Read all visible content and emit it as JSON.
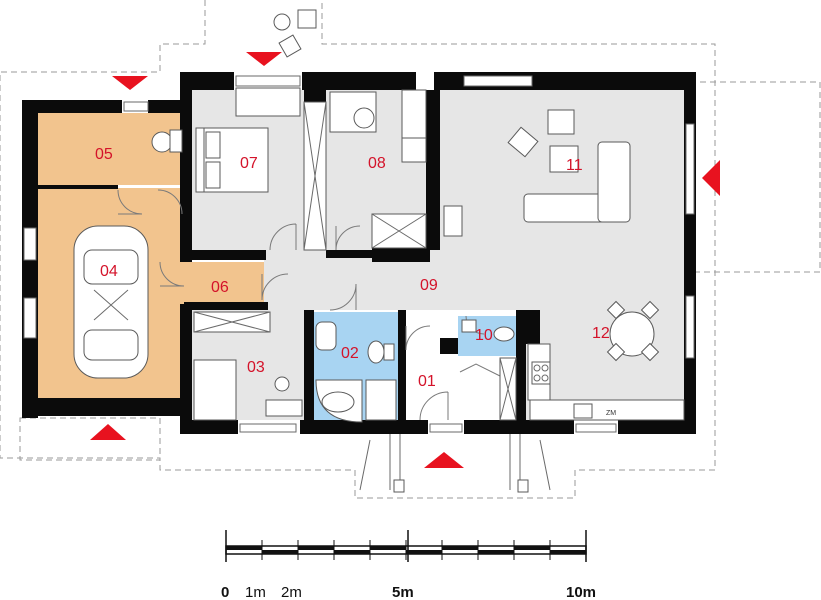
{
  "rooms": [
    {
      "id": "01",
      "label": "01",
      "fill": "#ffffff"
    },
    {
      "id": "02",
      "label": "02",
      "fill": "#a8d4f2"
    },
    {
      "id": "03",
      "label": "03",
      "fill": "#e6e6e6"
    },
    {
      "id": "04",
      "label": "04",
      "fill": "#f2c48e"
    },
    {
      "id": "05",
      "label": "05",
      "fill": "#f2c48e"
    },
    {
      "id": "06",
      "label": "06",
      "fill": "#f2c48e"
    },
    {
      "id": "07",
      "label": "07",
      "fill": "#e6e6e6"
    },
    {
      "id": "08",
      "label": "08",
      "fill": "#e6e6e6"
    },
    {
      "id": "09",
      "label": "09",
      "fill": "#e6e6e6"
    },
    {
      "id": "10",
      "label": "10",
      "fill": "#a8d4f2"
    },
    {
      "id": "11",
      "label": "11",
      "fill": "#e6e6e6"
    },
    {
      "id": "12",
      "label": "12",
      "fill": "#e6e6e6"
    }
  ],
  "appliance_label": "ZM",
  "scale_bar": {
    "labels": [
      "0",
      "1m",
      "2m",
      "5m",
      "10m"
    ],
    "bold": [
      "0",
      "5m",
      "10m"
    ]
  },
  "colors": {
    "wall": "#0b0b0b",
    "room_number": "#d4132a",
    "entry_marker": "#e8121f",
    "garage": "#f2c48e",
    "wet_room": "#a8d4f2",
    "living_floor": "#e6e6e6"
  },
  "icons": [
    "entry-arrow-icon",
    "car-icon",
    "bed-icon",
    "bathtub-icon",
    "toilet-icon",
    "sofa-icon",
    "dining-table-icon",
    "stove-icon",
    "boiler-icon"
  ]
}
